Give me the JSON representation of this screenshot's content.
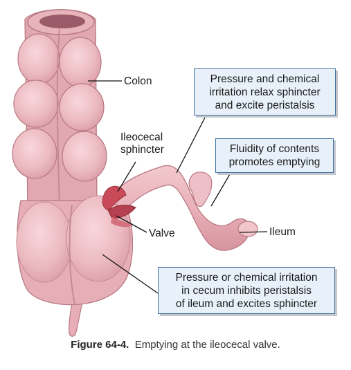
{
  "labels": {
    "colon": "Colon",
    "sphincter": [
      "Ileocecal",
      "sphincter"
    ],
    "valve": "Valve",
    "ileum": "Ileum"
  },
  "boxes": {
    "pressure_relax": [
      "Pressure and chemical",
      "irritation relax sphincter",
      "and excite peristalsis"
    ],
    "fluidity": [
      "Fluidity of contents",
      "promotes emptying"
    ],
    "cecum_inhibits": [
      "Pressure or chemical irritation",
      "in cecum inhibits peristalsis",
      "of ileum and excites sphincter"
    ]
  },
  "caption": {
    "figure": "Figure 64-4.",
    "text": "Emptying at the ileocecal valve."
  },
  "colors": {
    "tissue": "#eab4bc",
    "tissue_dark": "#c98792",
    "sphincter": "#c94b59",
    "box_fill": "#e8f1fa",
    "box_border": "#3f6f9f"
  }
}
